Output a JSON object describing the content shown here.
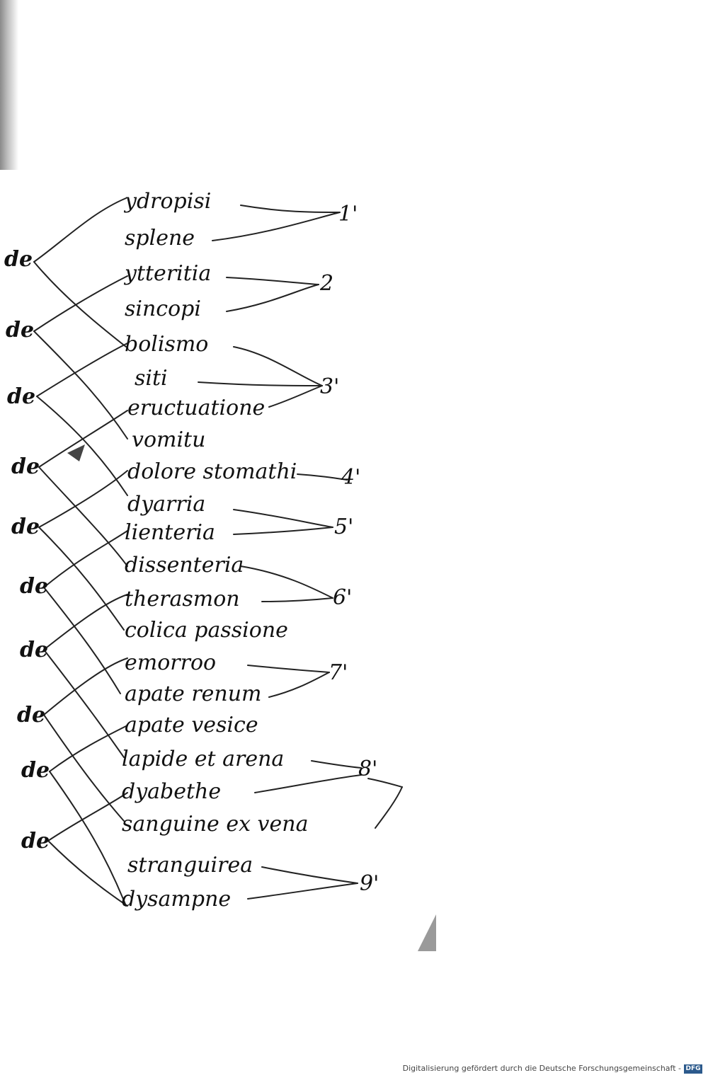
{
  "manuscript": {
    "entries": [
      "ydropisi",
      "splene",
      "ytteritia",
      "sincopi",
      "bolismo",
      "siti",
      "eructuatione",
      "vomitu",
      "dolore stomathi",
      "dyarria",
      "lienteria",
      "dissenteria",
      "therasmon",
      "colica passione",
      "emorroo",
      "apate renum",
      "apate vesice",
      "lapide et arena",
      "dyabethe",
      "sanguine ex vena",
      "stranguirea",
      "dysampne"
    ],
    "de_words": [
      "de",
      "de",
      "de",
      "de",
      "de",
      "de",
      "de",
      "de",
      "de",
      "de"
    ],
    "chapter_numbers": [
      "1'",
      "2",
      "3'",
      "4'",
      "5'",
      "6'",
      "7'",
      "8'",
      "9'"
    ]
  },
  "footer": {
    "text": "Digitalisierung gefördert durch die Deutsche Forschungsgemeinschaft -",
    "logo": "DFG"
  }
}
